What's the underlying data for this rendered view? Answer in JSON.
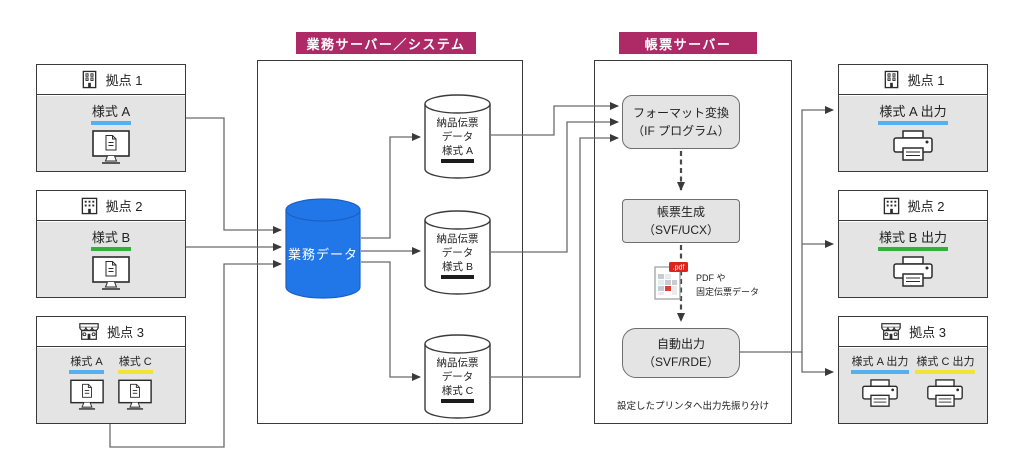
{
  "colors": {
    "badge": "#ad2a66",
    "db_blue": "#2277e8",
    "u_blue": "#54b0ee",
    "u_green": "#2fb23c",
    "u_yellow": "#f2e434",
    "panel": "#e4e4e4"
  },
  "badges": {
    "business_server": "業務サーバー／システム",
    "report_server": "帳票サーバー"
  },
  "left_sites": [
    {
      "title": "拠点 1",
      "formats": [
        {
          "label": "様式 A"
        }
      ]
    },
    {
      "title": "拠点 2",
      "formats": [
        {
          "label": "様式 B"
        }
      ]
    },
    {
      "title": "拠点 3",
      "formats": [
        {
          "label": "様式 A"
        },
        {
          "label": "様式 C"
        }
      ]
    }
  ],
  "business_server": {
    "db_label": "業務データ",
    "slip_cylinders": [
      {
        "line1": "納品伝票",
        "line2": "データ",
        "format": "様式 A"
      },
      {
        "line1": "納品伝票",
        "line2": "データ",
        "format": "様式 B"
      },
      {
        "line1": "納品伝票",
        "line2": "データ",
        "format": "様式 C"
      }
    ]
  },
  "report_server": {
    "format_convert_line1": "フォーマット変換",
    "format_convert_line2": "（IF プログラム）",
    "generate_line1": "帳票生成",
    "generate_line2": "（SVF/UCX）",
    "pdf_icon_label": ".pdf",
    "pdf_note_line1": "PDF や",
    "pdf_note_line2": "固定伝票データ",
    "auto_output_line1": "自動出力",
    "auto_output_line2": "（SVF/RDE）",
    "footer": "設定したプリンタへ出力先振り分け"
  },
  "right_sites": [
    {
      "title": "拠点 1",
      "formats": [
        {
          "label": "様式 A 出力"
        }
      ]
    },
    {
      "title": "拠点 2",
      "formats": [
        {
          "label": "様式 B 出力"
        }
      ]
    },
    {
      "title": "拠点 3",
      "formats": [
        {
          "label": "様式 A 出力"
        },
        {
          "label": "様式 C 出力"
        }
      ]
    }
  ]
}
